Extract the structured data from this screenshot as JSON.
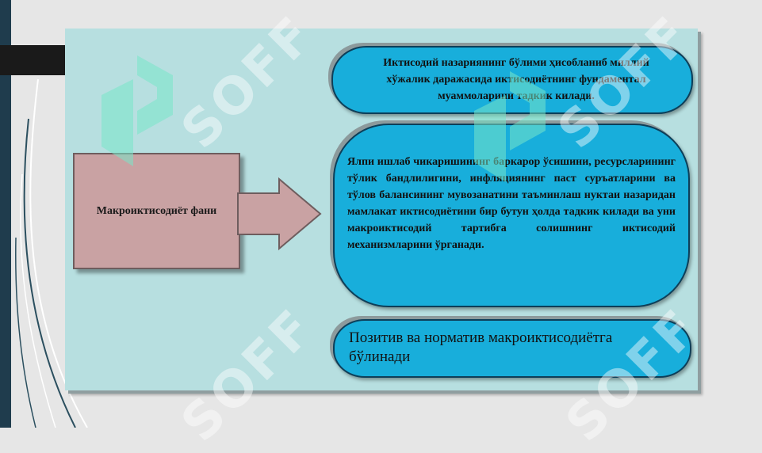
{
  "colors": {
    "panel": "#b7dfe0",
    "oval_fill": "#18aedb",
    "box_fill": "#c9a2a3",
    "left_strip": "#1f3c4d"
  },
  "slide": {
    "subject_box": {
      "text": "Макроиктисодиёт фани"
    },
    "arrow_icon": "right-arrow-icon",
    "ovals": [
      {
        "text": "Иктисодий назариянинг бўлими ҳисобланиб миллий хўжалик даражасида иктисодиётнинг фундаментал муаммоларини тадкик килади."
      },
      {
        "text": "Ялпи ишлаб чикаришининг баркарор ўсишини, ресурсларининг тўлик бандлилигини, инфляциянинг паст суръатларини ва тўлов балансининг мувозанатини таъминлаш нуктаи назаридан мамлакат иктисодиётини бир бутун ҳолда тадкик килади ва уни макроиктисодий тартибга солишнинг иктисодий механизмларини ўрганади."
      },
      {
        "text": "Позитив ва норматив макроиктисодиётга бўлинади"
      }
    ]
  },
  "watermark": {
    "text": "SOFF",
    "icon": "soff-logo-icon"
  }
}
